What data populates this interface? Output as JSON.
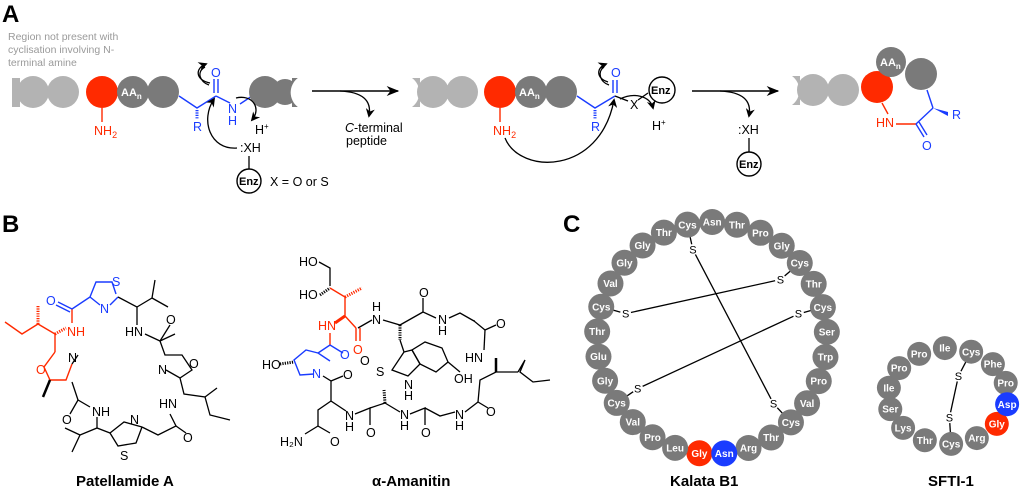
{
  "panels": {
    "a": {
      "label": "A",
      "note_lines": [
        "Region not present with",
        "cyclisation involving N-",
        "terminal amine"
      ],
      "aa_n": "AA",
      "aa_n_sub": "n",
      "nh2": "NH",
      "nh2_sub": "2",
      "r_group": "R",
      "oxygen": "O",
      "n_atom": "N",
      "h_atom": "H",
      "h_plus": "H",
      "plus": "+",
      "xh": ":XH",
      "enz": "Enz",
      "x_def": "X = O or S",
      "x_atom": "X",
      "c_terminal_1": "C-terminal",
      "c_terminal_2": "peptide",
      "hn": "HN"
    },
    "b": {
      "label": "B",
      "compound1": "Patellamide A",
      "compound2": "α-Amanitin",
      "atoms": {
        "O": "O",
        "N": "N",
        "S": "S",
        "NH": "NH",
        "HN": "HN",
        "H": "H",
        "HO": "HO",
        "OH": "OH",
        "H2N": "H₂N"
      }
    },
    "c": {
      "label": "C",
      "compound1": "Kalata B1",
      "compound2": "SFTI-1",
      "kalata_sequence": [
        "Gly",
        "Leu",
        "Pro",
        "Val",
        "Cys",
        "Gly",
        "Glu",
        "Thr",
        "Cys",
        "Val",
        "Gly",
        "Gly",
        "Thr",
        "Cys",
        "Asn",
        "Thr",
        "Pro",
        "Gly",
        "Cys",
        "Thr",
        "Cys",
        "Ser",
        "Trp",
        "Pro",
        "Val",
        "Cys",
        "Thr",
        "Arg",
        "Asn"
      ],
      "kalata_highlight": {
        "0": "red",
        "28": "blue"
      },
      "kalata_disulfides": [
        [
          4,
          20
        ],
        [
          8,
          18
        ],
        [
          13,
          25
        ]
      ],
      "sfti_sequence": [
        "Gly",
        "Arg",
        "Cys",
        "Thr",
        "Lys",
        "Ser",
        "Ile",
        "Pro",
        "Pro",
        "Ile",
        "Cys",
        "Phe",
        "Pro",
        "Asp"
      ],
      "sfti_highlight": {
        "0": "red",
        "13": "blue"
      },
      "sfti_disulfides": [
        [
          2,
          10
        ]
      ],
      "s_label": "S"
    }
  },
  "colors": {
    "red": "#ff2a00",
    "blue": "#1a3cff",
    "bead_dark": "#7a7a7a",
    "bead_light": "#b3b3b3",
    "note_gray": "#9a9a9a"
  }
}
